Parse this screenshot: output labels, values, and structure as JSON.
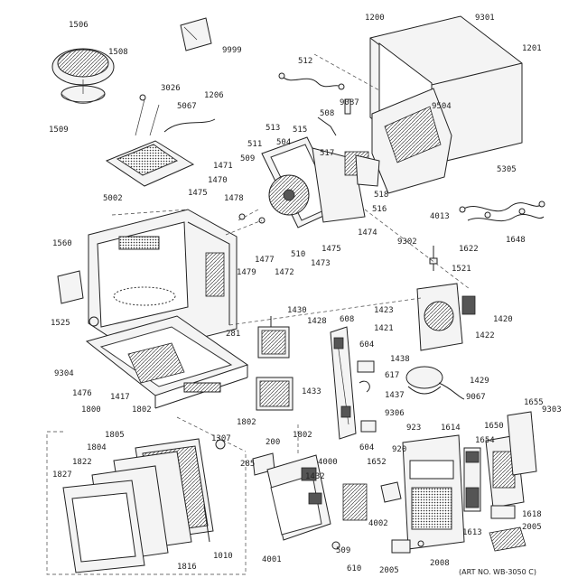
{
  "diagram": {
    "note": "(ART NO. WB-3050 C)",
    "labels": [
      {
        "id": "l1506",
        "text": "1506"
      },
      {
        "id": "l1508",
        "text": "1508"
      },
      {
        "id": "l1509",
        "text": "1509"
      },
      {
        "id": "l9999",
        "text": "9999"
      },
      {
        "id": "l1200",
        "text": "1200"
      },
      {
        "id": "l9301",
        "text": "9301"
      },
      {
        "id": "l1201",
        "text": "1201"
      },
      {
        "id": "l3026",
        "text": "3026"
      },
      {
        "id": "l1206",
        "text": "1206"
      },
      {
        "id": "l5067",
        "text": "5067"
      },
      {
        "id": "l512",
        "text": "512"
      },
      {
        "id": "l9087",
        "text": "9087"
      },
      {
        "id": "l508",
        "text": "508"
      },
      {
        "id": "l9504",
        "text": "9504"
      },
      {
        "id": "l513",
        "text": "513"
      },
      {
        "id": "l504",
        "text": "504"
      },
      {
        "id": "l515",
        "text": "515"
      },
      {
        "id": "l511",
        "text": "511"
      },
      {
        "id": "l517",
        "text": "517"
      },
      {
        "id": "l509a",
        "text": "509"
      },
      {
        "id": "l1471",
        "text": "1471"
      },
      {
        "id": "l1470",
        "text": "1470"
      },
      {
        "id": "l5002",
        "text": "5002"
      },
      {
        "id": "l1475a",
        "text": "1475"
      },
      {
        "id": "l1478",
        "text": "1478"
      },
      {
        "id": "l518",
        "text": "518"
      },
      {
        "id": "l516",
        "text": "516"
      },
      {
        "id": "l5305",
        "text": "5305"
      },
      {
        "id": "l4013",
        "text": "4013"
      },
      {
        "id": "l1474",
        "text": "1474"
      },
      {
        "id": "l1475b",
        "text": "1475"
      },
      {
        "id": "l1473",
        "text": "1473"
      },
      {
        "id": "l510",
        "text": "510"
      },
      {
        "id": "l1472",
        "text": "1472"
      },
      {
        "id": "l1477",
        "text": "1477"
      },
      {
        "id": "l1479",
        "text": "1479"
      },
      {
        "id": "l1648",
        "text": "1648"
      },
      {
        "id": "l9302",
        "text": "9302"
      },
      {
        "id": "l1622",
        "text": "1622"
      },
      {
        "id": "l1521",
        "text": "1521"
      },
      {
        "id": "l1560",
        "text": "1560"
      },
      {
        "id": "l1525",
        "text": "1525"
      },
      {
        "id": "l281",
        "text": "281"
      },
      {
        "id": "l1430",
        "text": "1430"
      },
      {
        "id": "l1428",
        "text": "1428"
      },
      {
        "id": "l608",
        "text": "608"
      },
      {
        "id": "l1423",
        "text": "1423"
      },
      {
        "id": "l1421",
        "text": "1421"
      },
      {
        "id": "l1420",
        "text": "1420"
      },
      {
        "id": "l1422",
        "text": "1422"
      },
      {
        "id": "l604a",
        "text": "604"
      },
      {
        "id": "l1438",
        "text": "1438"
      },
      {
        "id": "l617",
        "text": "617"
      },
      {
        "id": "l1429",
        "text": "1429"
      },
      {
        "id": "l9304",
        "text": "9304"
      },
      {
        "id": "l1476",
        "text": "1476"
      },
      {
        "id": "l1417",
        "text": "1417"
      },
      {
        "id": "l1802a",
        "text": "1802"
      },
      {
        "id": "l1433",
        "text": "1433"
      },
      {
        "id": "l1437",
        "text": "1437"
      },
      {
        "id": "l9067",
        "text": "9067"
      },
      {
        "id": "l9306",
        "text": "9306"
      },
      {
        "id": "l1800",
        "text": "1800"
      },
      {
        "id": "l1802b",
        "text": "1802"
      },
      {
        "id": "l604b",
        "text": "604"
      },
      {
        "id": "l923",
        "text": "923"
      },
      {
        "id": "l1614",
        "text": "1614"
      },
      {
        "id": "l1650",
        "text": "1650"
      },
      {
        "id": "l1655",
        "text": "1655"
      },
      {
        "id": "l9303",
        "text": "9303"
      },
      {
        "id": "l1654",
        "text": "1654"
      },
      {
        "id": "l1307",
        "text": "1307"
      },
      {
        "id": "l1805",
        "text": "1805"
      },
      {
        "id": "l1804",
        "text": "1804"
      },
      {
        "id": "l1822",
        "text": "1822"
      },
      {
        "id": "l1827",
        "text": "1827"
      },
      {
        "id": "l285",
        "text": "285"
      },
      {
        "id": "l200",
        "text": "200"
      },
      {
        "id": "l1802c",
        "text": "1802"
      },
      {
        "id": "l4000",
        "text": "4000"
      },
      {
        "id": "l1432",
        "text": "1432"
      },
      {
        "id": "l1652",
        "text": "1652"
      },
      {
        "id": "l920",
        "text": "920"
      },
      {
        "id": "l4002",
        "text": "4002"
      },
      {
        "id": "l1618",
        "text": "1618"
      },
      {
        "id": "l2005a",
        "text": "2005"
      },
      {
        "id": "l1613",
        "text": "1613"
      },
      {
        "id": "l1010",
        "text": "1010"
      },
      {
        "id": "l1816",
        "text": "1816"
      },
      {
        "id": "l4001",
        "text": "4001"
      },
      {
        "id": "l509b",
        "text": "509"
      },
      {
        "id": "l610",
        "text": "610"
      },
      {
        "id": "l2005b",
        "text": "2005"
      },
      {
        "id": "l2008",
        "text": "2008"
      }
    ]
  }
}
